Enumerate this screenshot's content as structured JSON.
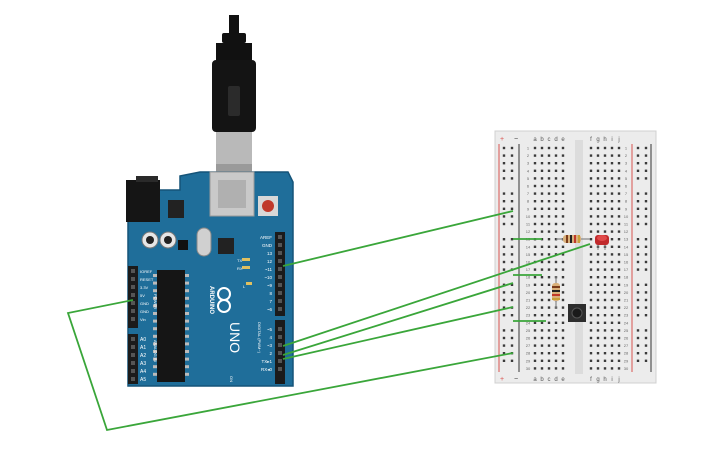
{
  "arduino": {
    "model": "UNO",
    "brand": "ARDUINO",
    "header_power_labels": [
      "IOREF",
      "RESET",
      "3.3V",
      "5V",
      "GND",
      "GND",
      "Vin"
    ],
    "power_section_label": "POWER",
    "analog_labels": [
      "A0",
      "A1",
      "A2",
      "A3",
      "A4",
      "A5"
    ],
    "analog_section_label": "ANALOG IN",
    "digital_labels": [
      "AREF",
      "GND",
      "13",
      "12",
      "~11",
      "~10",
      "~9",
      "8",
      "7",
      "~6",
      "~5",
      "4",
      "~3",
      "2",
      "TX▸1",
      "RX◂0"
    ],
    "digital_section_label": "DIGITAL (PWM~)",
    "led_labels": [
      "TX",
      "RX",
      "L"
    ],
    "on_label": "ON",
    "colors": {
      "board": "#1f6e9a",
      "board_edge": "#155479",
      "header": "#1b1b1b",
      "reset": "#c0392b"
    }
  },
  "breadboard": {
    "column_letters_left": [
      "a",
      "b",
      "c",
      "d",
      "e"
    ],
    "column_letters_right": [
      "f",
      "g",
      "h",
      "i",
      "j"
    ],
    "row_numbers": [
      "1",
      "2",
      "3",
      "4",
      "5",
      "6",
      "7",
      "8",
      "9",
      "10",
      "11",
      "12",
      "13",
      "14",
      "15",
      "16",
      "17",
      "18",
      "19",
      "20",
      "21",
      "22",
      "23",
      "24",
      "25",
      "26",
      "27",
      "28",
      "29",
      "30"
    ],
    "rail_plus": "+",
    "rail_minus": "−",
    "colors": {
      "body": "#ececec",
      "hole": "#3a3a3a",
      "rail_red": "#d9534f",
      "rail_black": "#333333"
    }
  },
  "components": {
    "led_color": "#c0292b",
    "resistor_body": "#d9b07a",
    "button_color": "#2d2d2d"
  },
  "wires": {
    "color": "#3aa63a"
  }
}
